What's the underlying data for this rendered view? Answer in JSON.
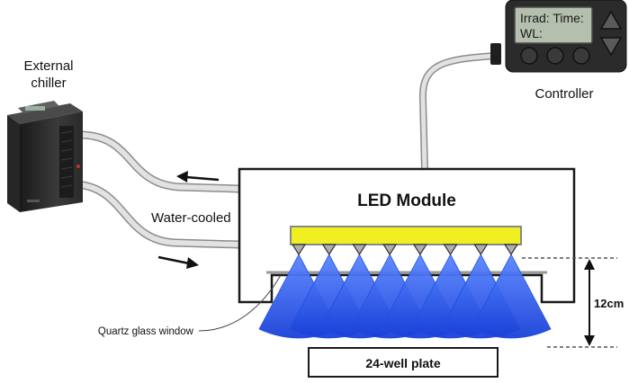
{
  "labels": {
    "chiller": [
      "External",
      "chiller"
    ],
    "controller": "Controller",
    "water_cooled": "Water-cooled",
    "led_module": "LED Module",
    "quartz_window": "Quartz glass window",
    "plate": "24-well plate",
    "distance": "12cm"
  },
  "controller_screen": {
    "line1": "Irrad: Time:",
    "line2": "WL:"
  },
  "colors": {
    "led_bar": "#f0f020",
    "light_cone": "#1f4fe0",
    "lcd_background": "#b4bfae",
    "device_body": "#2b2b2b"
  },
  "led_count": 8
}
